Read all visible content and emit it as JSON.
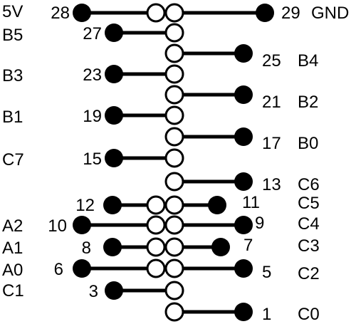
{
  "colors": {
    "stroke": "#000000",
    "pad_fill": "#000000",
    "hole_fill": "#ffffff",
    "background": "#ffffff"
  },
  "pins": [
    {
      "number": "28",
      "signal": "5V"
    },
    {
      "number": "29",
      "signal": "GND"
    },
    {
      "number": "27",
      "signal": "B5"
    },
    {
      "number": "25",
      "signal": "B4"
    },
    {
      "number": "23",
      "signal": "B3"
    },
    {
      "number": "21",
      "signal": "B2"
    },
    {
      "number": "19",
      "signal": "B1"
    },
    {
      "number": "17",
      "signal": "B0"
    },
    {
      "number": "15",
      "signal": "C7"
    },
    {
      "number": "13",
      "signal": "C6"
    },
    {
      "number": "12",
      "signal": ""
    },
    {
      "number": "11",
      "signal": "C5"
    },
    {
      "number": "10",
      "signal": "A2"
    },
    {
      "number": "9",
      "signal": "C4"
    },
    {
      "number": "8",
      "signal": "A1"
    },
    {
      "number": "7",
      "signal": "C3"
    },
    {
      "number": "6",
      "signal": "A0"
    },
    {
      "number": "5",
      "signal": "C2"
    },
    {
      "number": "3",
      "signal": "C1"
    },
    {
      "number": "1",
      "signal": "C0"
    }
  ]
}
